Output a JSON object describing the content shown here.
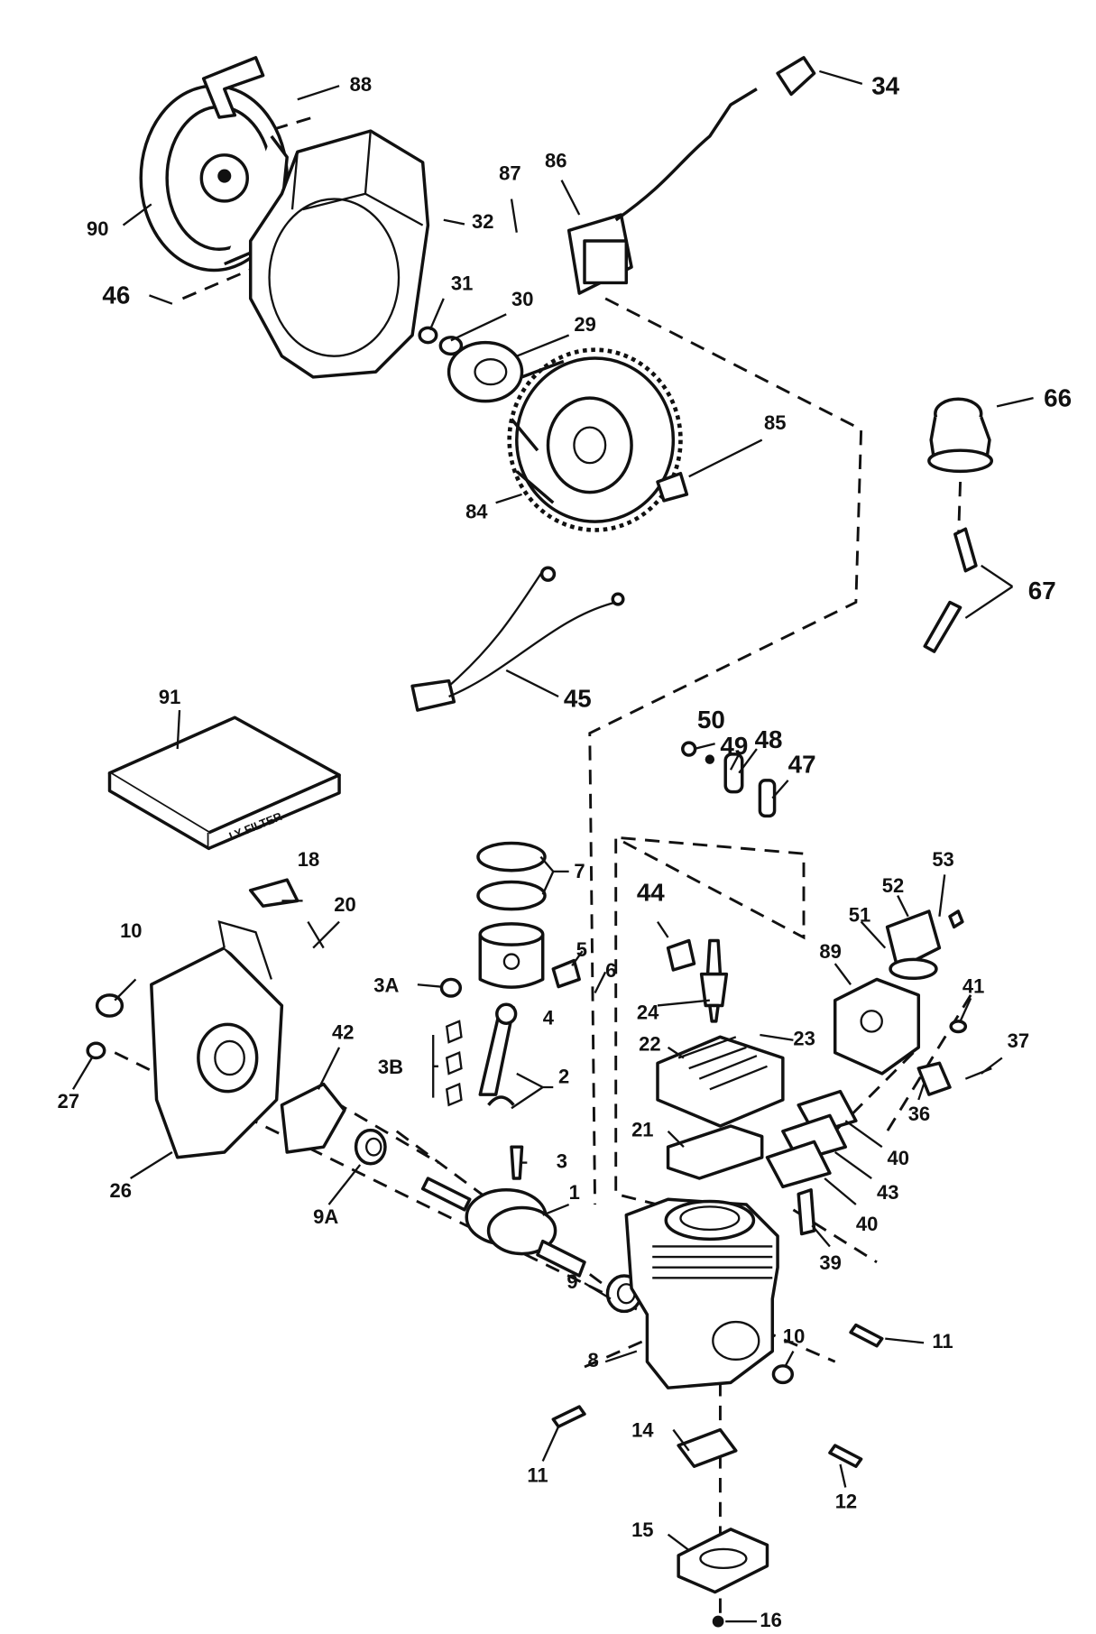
{
  "labels": {
    "p1": "1",
    "p2": "2",
    "p3": "3",
    "p3a": "3A",
    "p3b": "3B",
    "p4": "4",
    "p5": "5",
    "p6": "6",
    "p7": "7",
    "p8": "8",
    "p9": "9",
    "p9a": "9A",
    "p10a": "10",
    "p10b": "10",
    "p11a": "11",
    "p11b": "11",
    "p12": "12",
    "p14": "14",
    "p15": "15",
    "p16": "16",
    "p18": "18",
    "p20": "20",
    "p21": "21",
    "p22": "22",
    "p23": "23",
    "p24": "24",
    "p26": "26",
    "p27": "27",
    "p29": "29",
    "p30": "30",
    "p31": "31",
    "p32": "32",
    "p34": "34",
    "p36": "36",
    "p37": "37",
    "p39": "39",
    "p40a": "40",
    "p40b": "40",
    "p41": "41",
    "p42": "42",
    "p43": "43",
    "p44": "44",
    "p45": "45",
    "p46": "46",
    "p47": "47",
    "p48": "48",
    "p49": "49",
    "p50": "50",
    "p51": "51",
    "p52": "52",
    "p53": "53",
    "p66": "66",
    "p67": "67",
    "p84": "84",
    "p85": "85",
    "p86": "86",
    "p87": "87",
    "p88": "88",
    "p89": "89",
    "p90": "90",
    "p91": "91"
  },
  "air_filter_text": "LY FILTER"
}
